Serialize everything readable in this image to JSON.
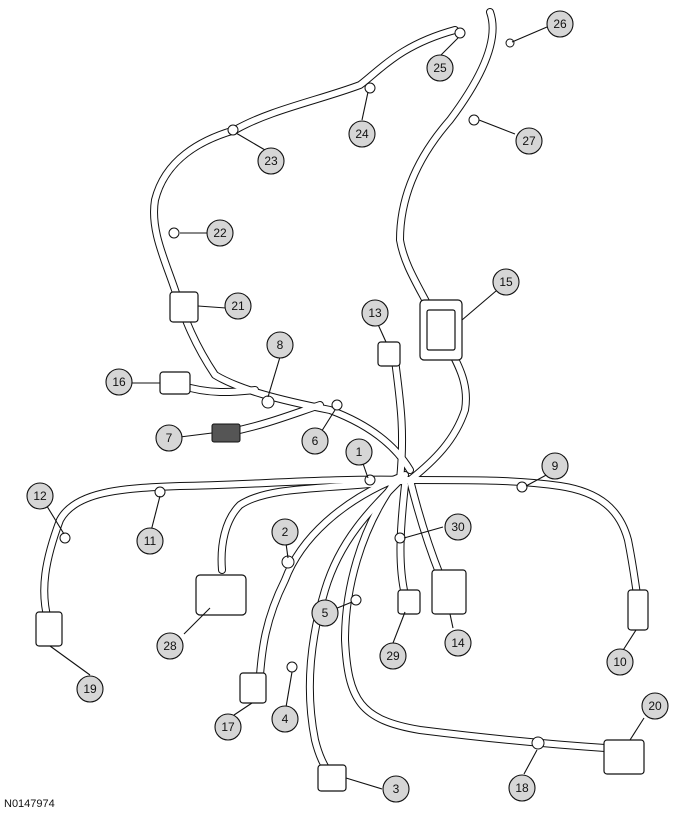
{
  "figure_id": "N0147974",
  "callouts": [
    "1",
    "2",
    "3",
    "4",
    "5",
    "6",
    "7",
    "8",
    "9",
    "10",
    "11",
    "12",
    "13",
    "14",
    "15",
    "16",
    "17",
    "18",
    "19",
    "20",
    "21",
    "22",
    "23",
    "24",
    "25",
    "26",
    "27",
    "28",
    "29",
    "30"
  ]
}
